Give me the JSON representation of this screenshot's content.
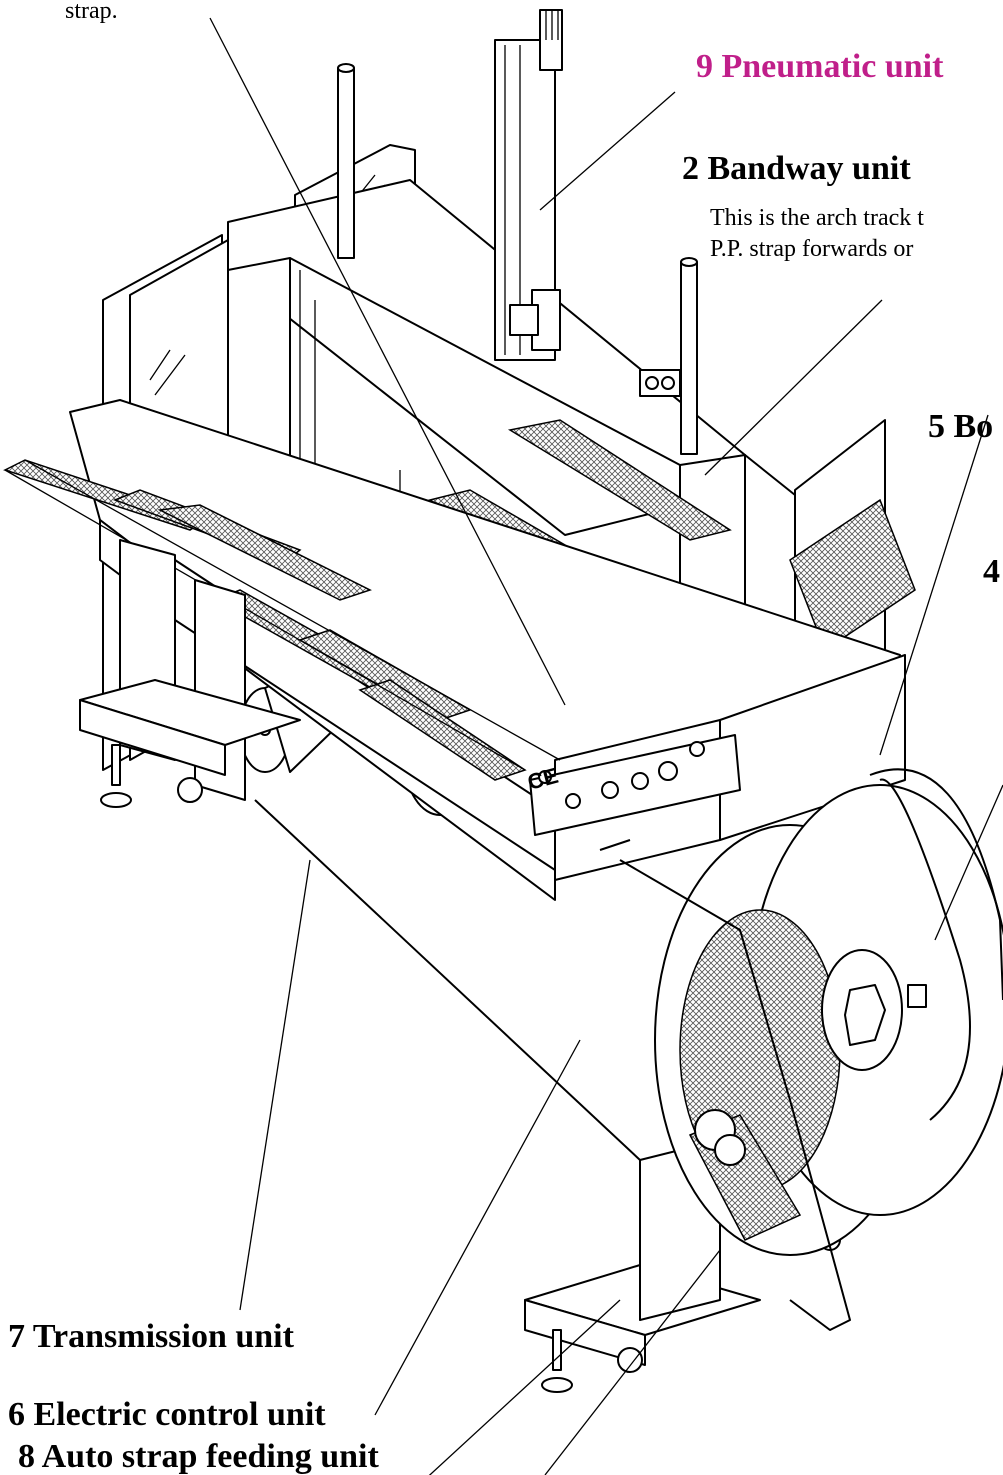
{
  "labels": {
    "top_fragment": "strap.",
    "pneumatic": "9 Pneumatic unit",
    "bandway": "2 Bandway unit",
    "bandway_desc_1": "This is the arch track t",
    "bandway_desc_2": "P.P. strap forwards or",
    "body_fragment": "5 Bo",
    "four_fragment": "4",
    "transmission": "7 Transmission unit",
    "electric": "6 Electric control unit",
    "auto_feed": "8 Auto strap feeding unit"
  },
  "colors": {
    "accent_label": "#c01f8a",
    "ink": "#000000",
    "paper": "#ffffff"
  },
  "icons": {
    "ce_mark": "CE"
  }
}
